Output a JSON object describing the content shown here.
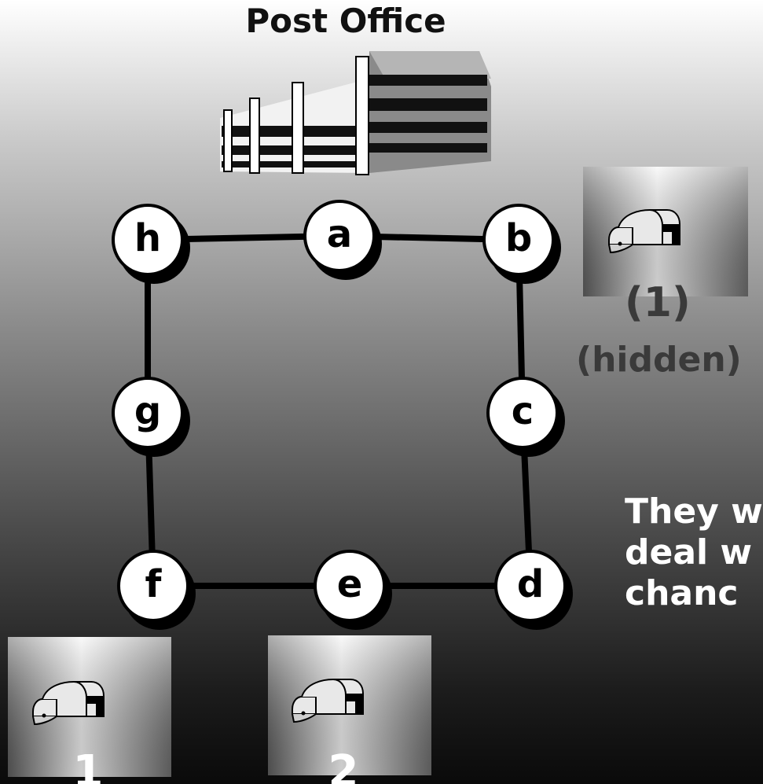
{
  "title": "Post Office",
  "nodes": [
    "h",
    "a",
    "b",
    "c",
    "d",
    "e",
    "f",
    "g"
  ],
  "edges": [
    [
      "h",
      "a"
    ],
    [
      "a",
      "b"
    ],
    [
      "b",
      "c"
    ],
    [
      "c",
      "d"
    ],
    [
      "d",
      "e"
    ],
    [
      "e",
      "f"
    ],
    [
      "f",
      "g"
    ],
    [
      "g",
      "h"
    ]
  ],
  "mailboxes": {
    "top_right": {
      "label": "(1)",
      "note": "(hidden)"
    },
    "bottom_left": {
      "number": "1"
    },
    "bottom_middle": {
      "number": "2"
    }
  },
  "text_lines": [
    "They w",
    "deal w",
    "chanc"
  ],
  "icons": [
    "office-building-icon",
    "mailbox-icon"
  ]
}
